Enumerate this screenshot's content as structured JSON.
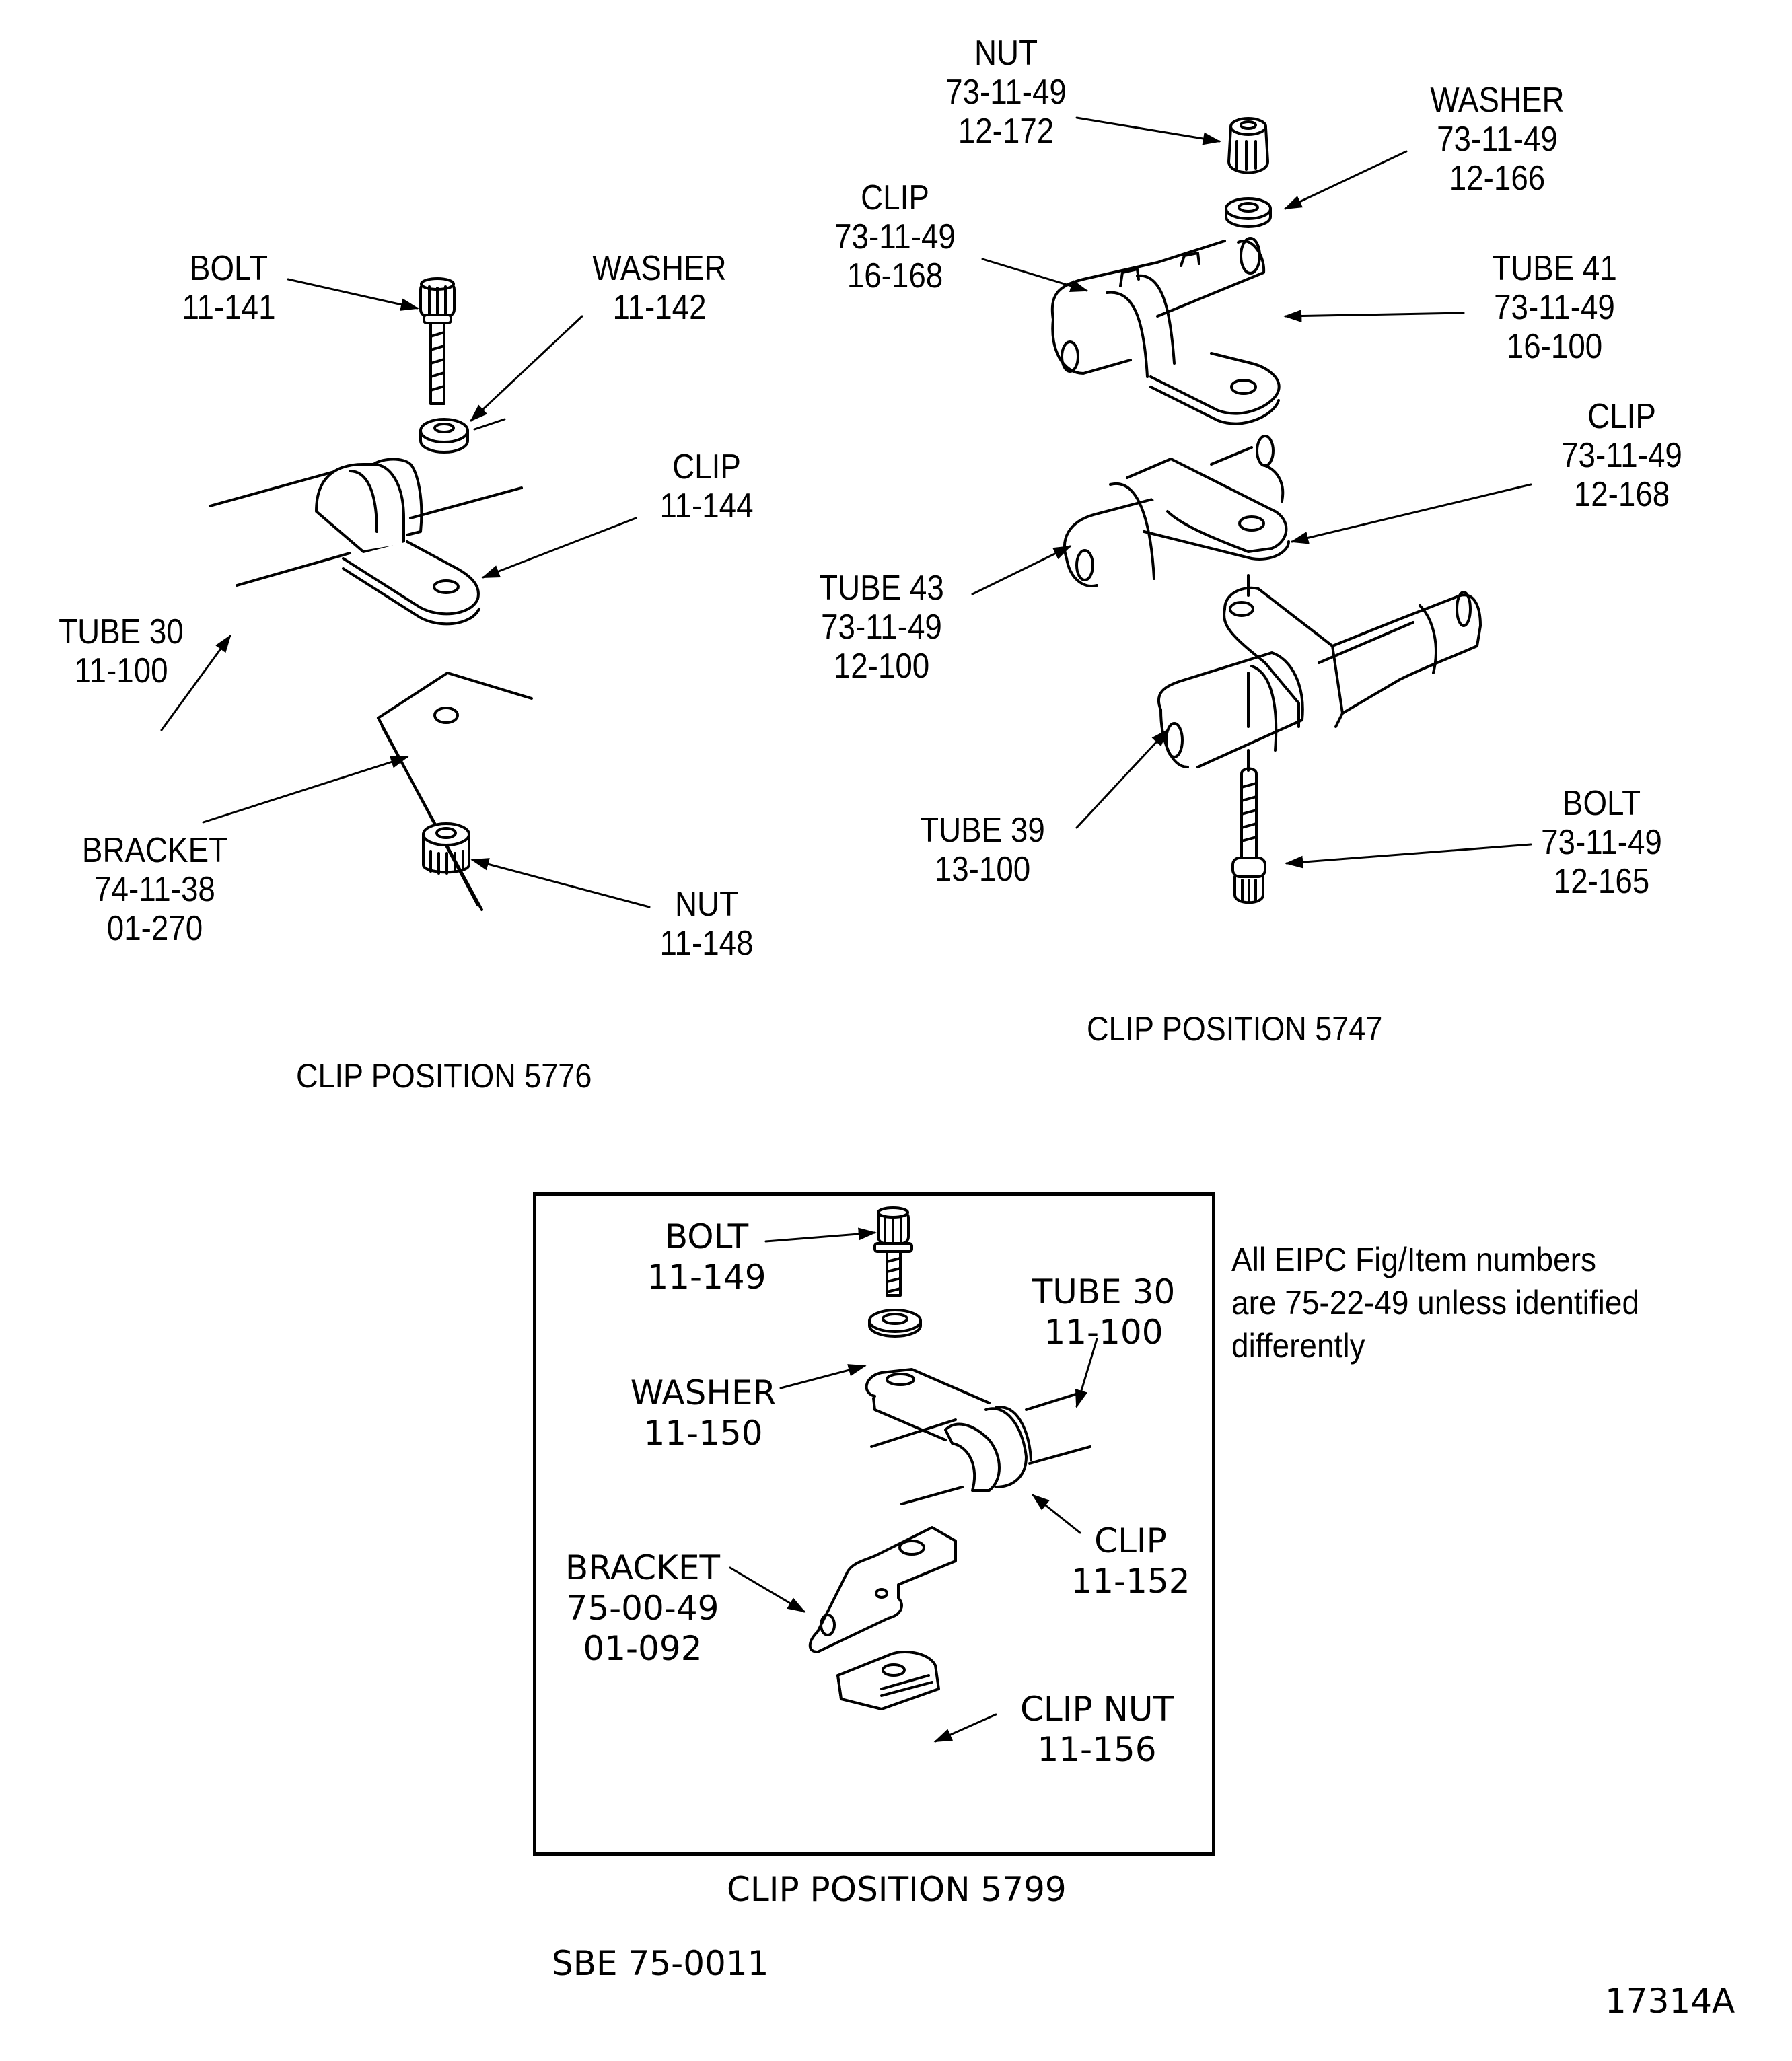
{
  "figure_number": "17314A",
  "note": {
    "lines": [
      "All EIPC Fig/Item numbers",
      "are 75-22-49 unless identified",
      "differently"
    ]
  },
  "views": {
    "clip_5776": {
      "caption": "CLIP POSITION 5776",
      "parts": {
        "bolt": {
          "name": "BOLT",
          "lines": [
            "BOLT",
            "11-141"
          ]
        },
        "washer": {
          "name": "WASHER",
          "lines": [
            "WASHER",
            "11-142"
          ]
        },
        "clip": {
          "name": "CLIP",
          "lines": [
            "CLIP",
            "11-144"
          ]
        },
        "tube": {
          "name": "TUBE 30",
          "lines": [
            "TUBE 30",
            "11-100"
          ]
        },
        "bracket": {
          "name": "BRACKET",
          "lines": [
            "BRACKET",
            "74-11-38",
            "01-270"
          ]
        },
        "nut": {
          "name": "NUT",
          "lines": [
            "NUT",
            "11-148"
          ]
        }
      }
    },
    "clip_5747": {
      "caption": "CLIP POSITION 5747",
      "parts": {
        "nut": {
          "name": "NUT",
          "lines": [
            "NUT",
            "73-11-49",
            "12-172"
          ]
        },
        "washer": {
          "name": "WASHER",
          "lines": [
            "WASHER",
            "73-11-49",
            "12-166"
          ]
        },
        "clip_upper": {
          "name": "CLIP",
          "lines": [
            "CLIP",
            "73-11-49",
            "16-168"
          ]
        },
        "tube41": {
          "name": "TUBE 41",
          "lines": [
            "TUBE 41",
            "73-11-49",
            "16-100"
          ]
        },
        "clip_lower": {
          "name": "CLIP",
          "lines": [
            "CLIP",
            "73-11-49",
            "12-168"
          ]
        },
        "tube43": {
          "name": "TUBE 43",
          "lines": [
            "TUBE 43",
            "73-11-49",
            "12-100"
          ]
        },
        "tube39": {
          "name": "TUBE 39",
          "lines": [
            "TUBE 39",
            "13-100"
          ]
        },
        "bolt": {
          "name": "BOLT",
          "lines": [
            "BOLT",
            "73-11-49",
            "12-165"
          ]
        }
      }
    },
    "clip_5799": {
      "caption": "CLIP POSITION 5799",
      "service_bulletin": "SBE 75-0011",
      "parts": {
        "bolt": {
          "name": "BOLT",
          "lines": [
            "BOLT",
            "11-149"
          ]
        },
        "washer": {
          "name": "WASHER",
          "lines": [
            "WASHER",
            "11-150"
          ]
        },
        "tube": {
          "name": "TUBE 30",
          "lines": [
            "TUBE 30",
            "11-100"
          ]
        },
        "clip": {
          "name": "CLIP",
          "lines": [
            "CLIP",
            "11-152"
          ]
        },
        "bracket": {
          "name": "BRACKET",
          "lines": [
            "BRACKET",
            "75-00-49",
            "01-092"
          ]
        },
        "clip_nut": {
          "name": "CLIP NUT",
          "lines": [
            "CLIP NUT",
            "11-156"
          ]
        }
      }
    }
  }
}
